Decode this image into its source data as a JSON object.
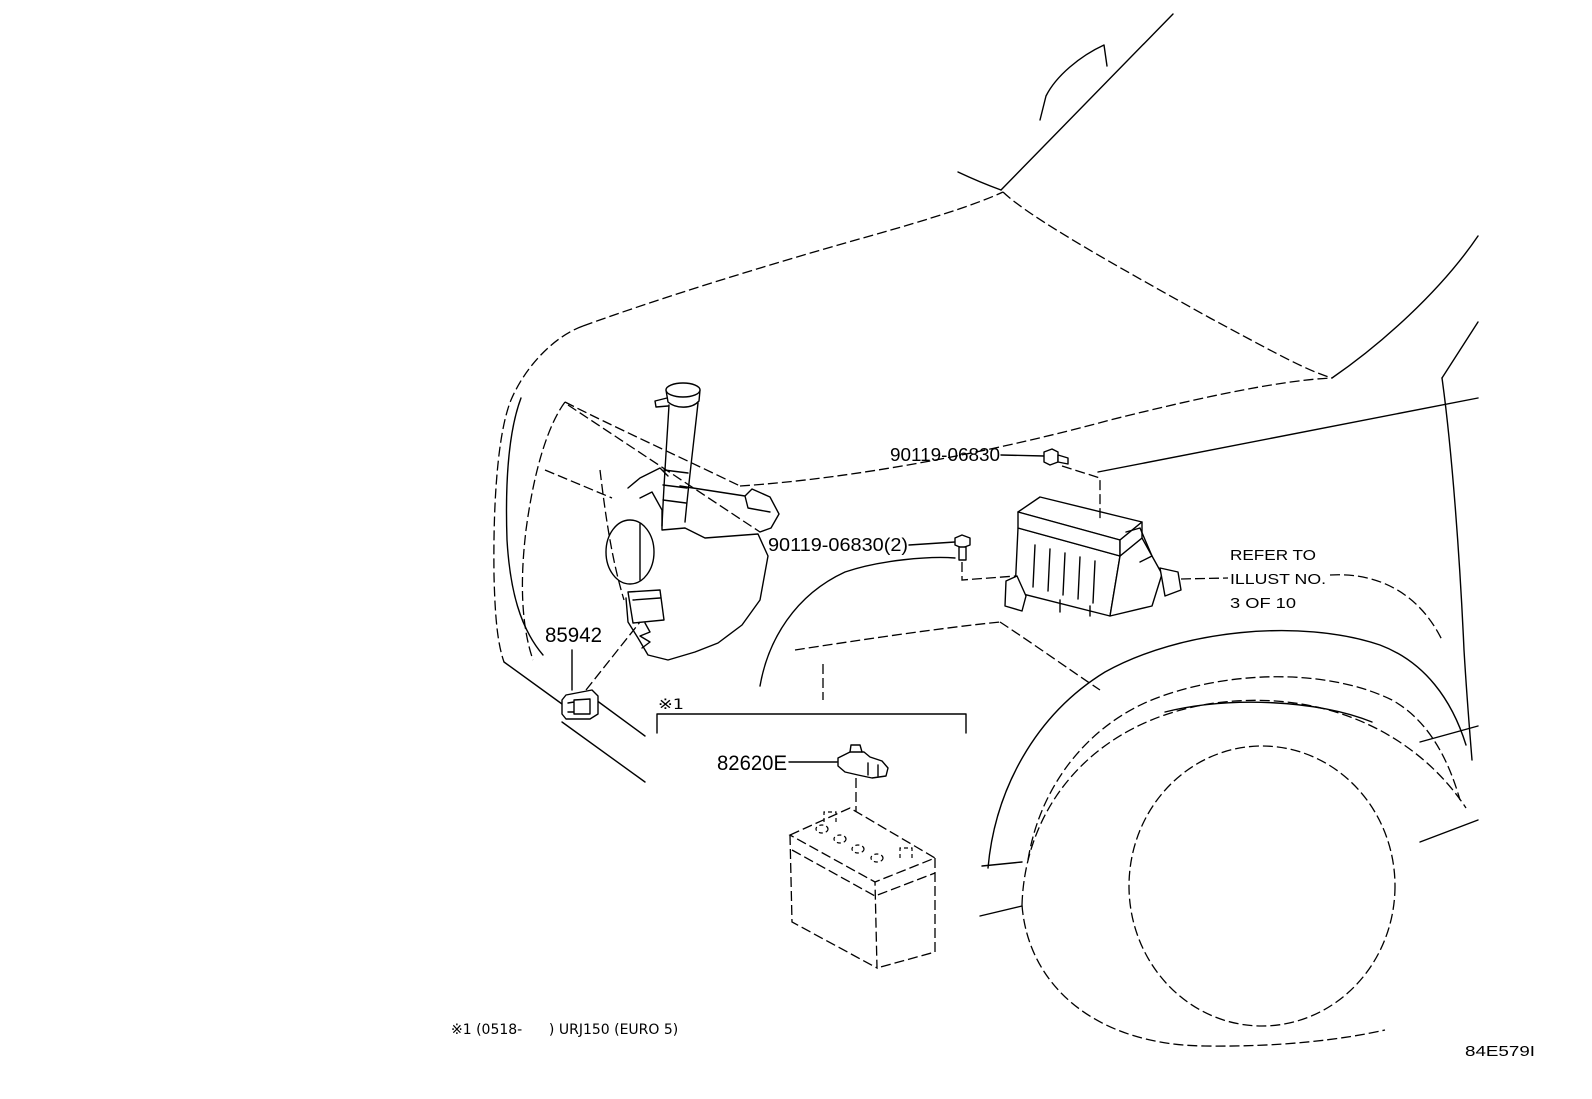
{
  "colors": {
    "background": "#ffffff",
    "line": "#000000"
  },
  "callouts": {
    "bolt_upper": "90119-06830",
    "bolt_lower": "90119-06830(2)",
    "part_85942": "85942",
    "part_82620E": "82620E",
    "note_marker": "※1"
  },
  "reference_note": [
    "REFER TO",
    "ILLUST NO.",
    "3 OF 10"
  ],
  "footnote": "※1 (0518-      ) URJ150 (EURO 5)",
  "illustration_code": "84E579I"
}
